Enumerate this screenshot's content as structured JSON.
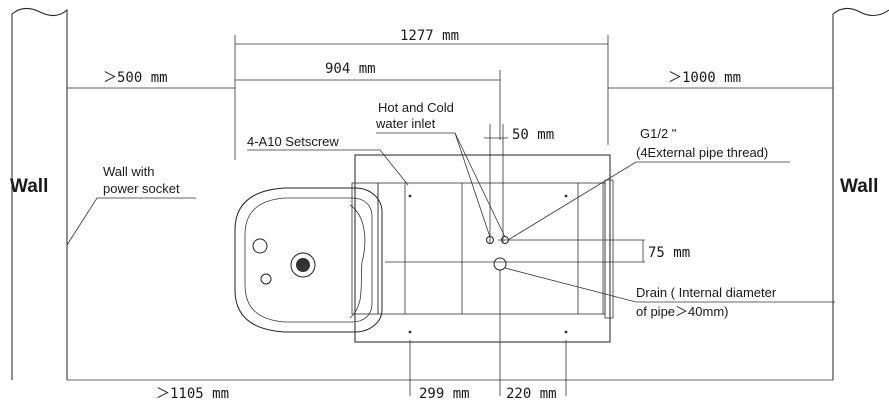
{
  "walls": {
    "left_label": "Wall",
    "right_label": "Wall"
  },
  "dimensions": {
    "total_width": "1277 mm",
    "to_inlet": "904 mm",
    "left_clearance": "＞500 mm",
    "right_clearance": "＞1000 mm",
    "inlet_spacing": "50 mm",
    "drain_offset": "75 mm",
    "bottom_clearance": "＞1105 mm",
    "bottom_left_segment": "299 mm",
    "bottom_right_segment": "220 mm"
  },
  "callouts": {
    "setscrew": "4-A10 Setscrew",
    "inlet_line1": "Hot and Cold",
    "inlet_line2": "water inlet",
    "thread_line1": "G1/2 \"",
    "thread_line2": "(4External pipe thread)",
    "socket_line1": "Wall with",
    "socket_line2": "power socket",
    "drain_line1": "Drain ( Internal diameter",
    "drain_line2": "of pipe＞40mm)"
  }
}
